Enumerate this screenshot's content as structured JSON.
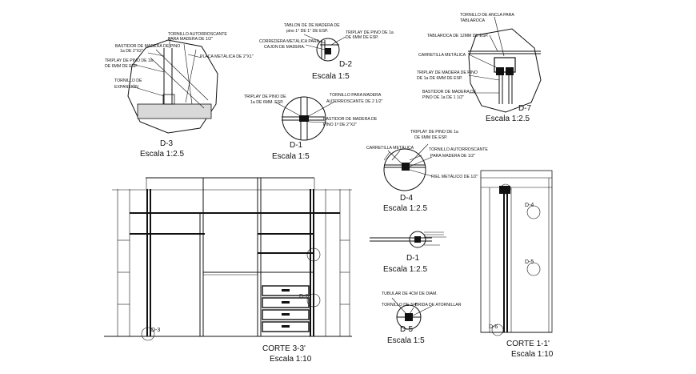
{
  "details": {
    "d3": {
      "title": "D-3",
      "scale": "Escala 1:2.5",
      "notes": {
        "tornillo_top": "TORNILLO AUTORROSCANTE",
        "tornillo_top2": "PARA MADERA DE 1/2\"",
        "bastidor": "BASTIDOR DE MADERA DE PINO",
        "bastidor2": "1a DE 2\"X2\"",
        "triplay": "TRIPLAY DE PINO DE 1a",
        "triplay2": "DE 6MM DE ESP.",
        "placa": "PLACA METÁLICA DE 2\"X1\"",
        "tornillo_exp": "TORNILLO DE",
        "tornillo_exp2": "EXPANSIÓN"
      }
    },
    "d2": {
      "title": "D-2",
      "scale": "Escala 1:5",
      "notes": {
        "tablon": "TABLON DE DE MADERA DE",
        "tablon2": "pino 1° DE 1\" DE ESP.",
        "triplay": "TRIPLAY DE PINO DE 1a",
        "triplay2": "DE 6MM DE ESP.",
        "corredera": "CORREDERA METÁLICA PARA",
        "corredera2": "CAJON DE MADERA."
      }
    },
    "d7": {
      "title": "D-7",
      "scale": "Escala 1:2.5",
      "notes": {
        "tornillo": "TORNILLO DE ANCLA PARA",
        "tornillo2": "TABLAROCA",
        "tablaroca": "TABLAROCA DE 12MM DE ESP.",
        "carretilla": "CARRETILLA METÁLICA",
        "triplay": "TRIPLAY DE MADERA DE PINO",
        "triplay2": "DE 1a DE 6MM DE ESP.",
        "bastidor": "BASTIDOR DE MADERA DE",
        "bastidor2": "PINO DE 1a DE 1 1/2\""
      }
    },
    "d1": {
      "title": "D-1",
      "scale": "Escala 1:5",
      "notes": {
        "triplay": "TRIPLAY DE PINO DE",
        "triplay2": "1a DE 6MM. ESP.",
        "tornillo": "TORNILLO PARA MADERA",
        "tornillo2": "AUTORROSCANTE DE 2 1/2\"",
        "bastidor": "BASTIDOR DE MADERA DE",
        "bastidor2": "PINO 1ª DE 2\"X2\""
      }
    },
    "d4": {
      "title": "D-4",
      "scale": "Escala 1:2.5",
      "notes": {
        "triplay": "TRIPLAY DE PINO DE 1a",
        "triplay2": "DE 6MM DE ESP.",
        "carretilla": "CARRETILLA METÁLICA",
        "tornillo": "TORNILLO AUTORROSCANTE",
        "tornillo2": "PARA MADERA DE 1/2\"",
        "riel": "RIEL METÁLICO DE 1/2\""
      }
    },
    "d1b": {
      "title": "D-1",
      "scale": "Escala 1:2.5"
    },
    "d5": {
      "title": "D-5",
      "scale": "Escala 1:5",
      "notes": {
        "tubular": "TUBULAR DE 4CM DE DIAM.",
        "tornillo": "TORNILLO DE 3/4\"",
        "brida": "BRIDA DE ATORNILLAR"
      }
    }
  },
  "sections": {
    "corte33": {
      "title": "CORTE 3-3'",
      "scale": "Escala 1:10",
      "callout_d3": "D-3",
      "callout_d2": "D-2"
    },
    "corte11": {
      "title": "CORTE 1-1'",
      "scale": "Escala 1:10",
      "callout_d4": "D-4",
      "callout_d5": "D-5",
      "callout_d6": "D-6"
    }
  }
}
